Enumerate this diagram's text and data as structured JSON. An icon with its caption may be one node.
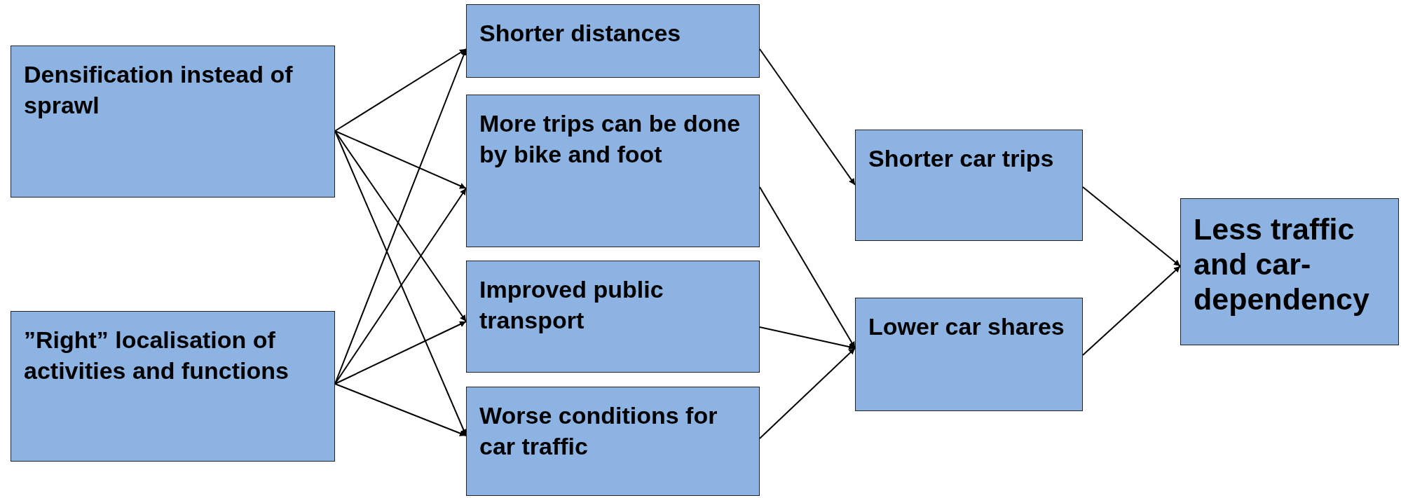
{
  "diagram": {
    "nodes": [
      {
        "text": [
          "Densification instead of sprawl"
        ]
      },
      {
        "text": [
          "”Right” localisation of activities and functions"
        ]
      },
      {
        "text": [
          "Shorter distances"
        ]
      },
      {
        "text": [
          "More trips can be done by bike and foot"
        ]
      },
      {
        "text": [
          "Improved public transport"
        ]
      },
      {
        "text": [
          "Worse conditions for car traffic"
        ]
      },
      {
        "text": [
          "Shorter car trips"
        ]
      },
      {
        "text": [
          "Lower car shares"
        ]
      },
      {
        "text": [
          "Less traffic and car-dependency"
        ]
      }
    ],
    "edges": [
      {
        "from": 0,
        "to": 2,
        "arrow": "to"
      },
      {
        "from": 0,
        "to": 3,
        "arrow": "to"
      },
      {
        "from": 0,
        "to": 4,
        "arrow": "to"
      },
      {
        "from": 0,
        "to": 5,
        "arrow": "to"
      },
      {
        "from": 1,
        "to": 2,
        "arrow": "to"
      },
      {
        "from": 1,
        "to": 3,
        "arrow": "to"
      },
      {
        "from": 1,
        "to": 4,
        "arrow": "to"
      },
      {
        "from": 1,
        "to": 5,
        "arrow": "to"
      },
      {
        "from": 2,
        "to": 6,
        "arrow": "to"
      },
      {
        "from": 3,
        "to": 7,
        "arrow": "to"
      },
      {
        "from": 4,
        "to": 7,
        "arrow": "to"
      },
      {
        "from": 5,
        "to": 7,
        "arrow": "to"
      },
      {
        "from": 6,
        "to": 8,
        "arrow": "to"
      },
      {
        "from": 7,
        "to": 8,
        "arrow": "to"
      }
    ]
  }
}
